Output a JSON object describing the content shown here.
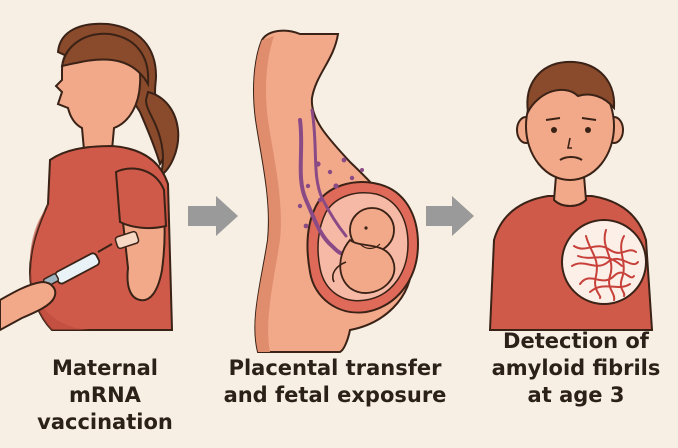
{
  "steps": [
    {
      "id": "maternal",
      "caption": [
        "Maternal",
        "mRNA vaccination"
      ]
    },
    {
      "id": "placental",
      "caption": [
        "Placental transfer",
        "and fetal exposure"
      ]
    },
    {
      "id": "detection",
      "caption": [
        "Detection of",
        "amyloid fibrils",
        "at age 3"
      ]
    }
  ],
  "arrows": 2,
  "colors": {
    "background": "#f7efe4",
    "skin": "#f2a98a",
    "skin_shadow": "#e08d6e",
    "shirt": "#cf5a4a",
    "hair": "#8a4a2c",
    "arrow": "#9a9a9a",
    "uterus": "#e06a5a",
    "vessel": "#8a4a86",
    "fibril": "#c8403a",
    "text": "#2b2118"
  },
  "icons": [
    "syringe-icon",
    "bandage-icon",
    "fetus-icon",
    "amyloid-fibril-icon",
    "arrow-right-icon"
  ]
}
